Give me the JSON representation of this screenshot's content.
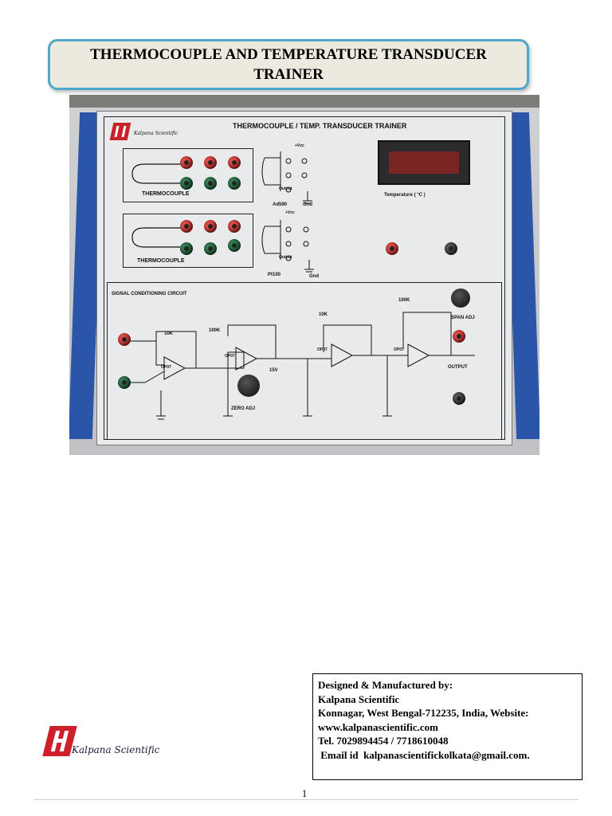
{
  "document": {
    "title": "THERMOCOUPLE AND TEMPERATURE TRANSDUCER TRAINER",
    "page_number": "1"
  },
  "photo": {
    "panel_title": "THERMOCOUPLE / TEMP. TRANSDUCER TRAINER",
    "brand": "Kalpana Scientific",
    "labels": {
      "thermocouple_1": "THERMOCOUPLE",
      "thermocouple_2": "THERMOCOUPLE",
      "vcc_1": "+Vcc",
      "vcc_2": "+Vcc",
      "output_1": "Output",
      "output_2": "Output",
      "ad590": "Ad590",
      "pt100": "Pt100",
      "gnd_1": "Gnd",
      "gnd_2": "Gnd",
      "temperature": "Temperature ( °C )",
      "signal_conditioning": "SIGNAL CONDITIONING CIRCUIT",
      "span_adj": "SPAN ADJ",
      "zero_adj": "ZERO ADJ",
      "output": "OUTPUT",
      "plus_15v": "15V",
      "r_10k": "10K",
      "r_100k": "100K",
      "op07": "OP07"
    }
  },
  "footer": {
    "logo_text": "Kalpana Scientific",
    "contact": {
      "line1": "Designed & Manufactured by:",
      "line2": "Kalpana Scientific",
      "line3": "Konnagar, West Bengal-712235, India, Website:",
      "line4": "www.kalpanascientific.com",
      "line5": "Tel. 7029894454 / 7718610048",
      "line6": " Email id  kalpanascientifickolkata@gmail.com."
    }
  },
  "colors": {
    "title_border": "#4fa7c9",
    "title_fill": "#eceadf",
    "brand_red": "#cf1f2a",
    "panel_blue": "#2a55a8"
  }
}
